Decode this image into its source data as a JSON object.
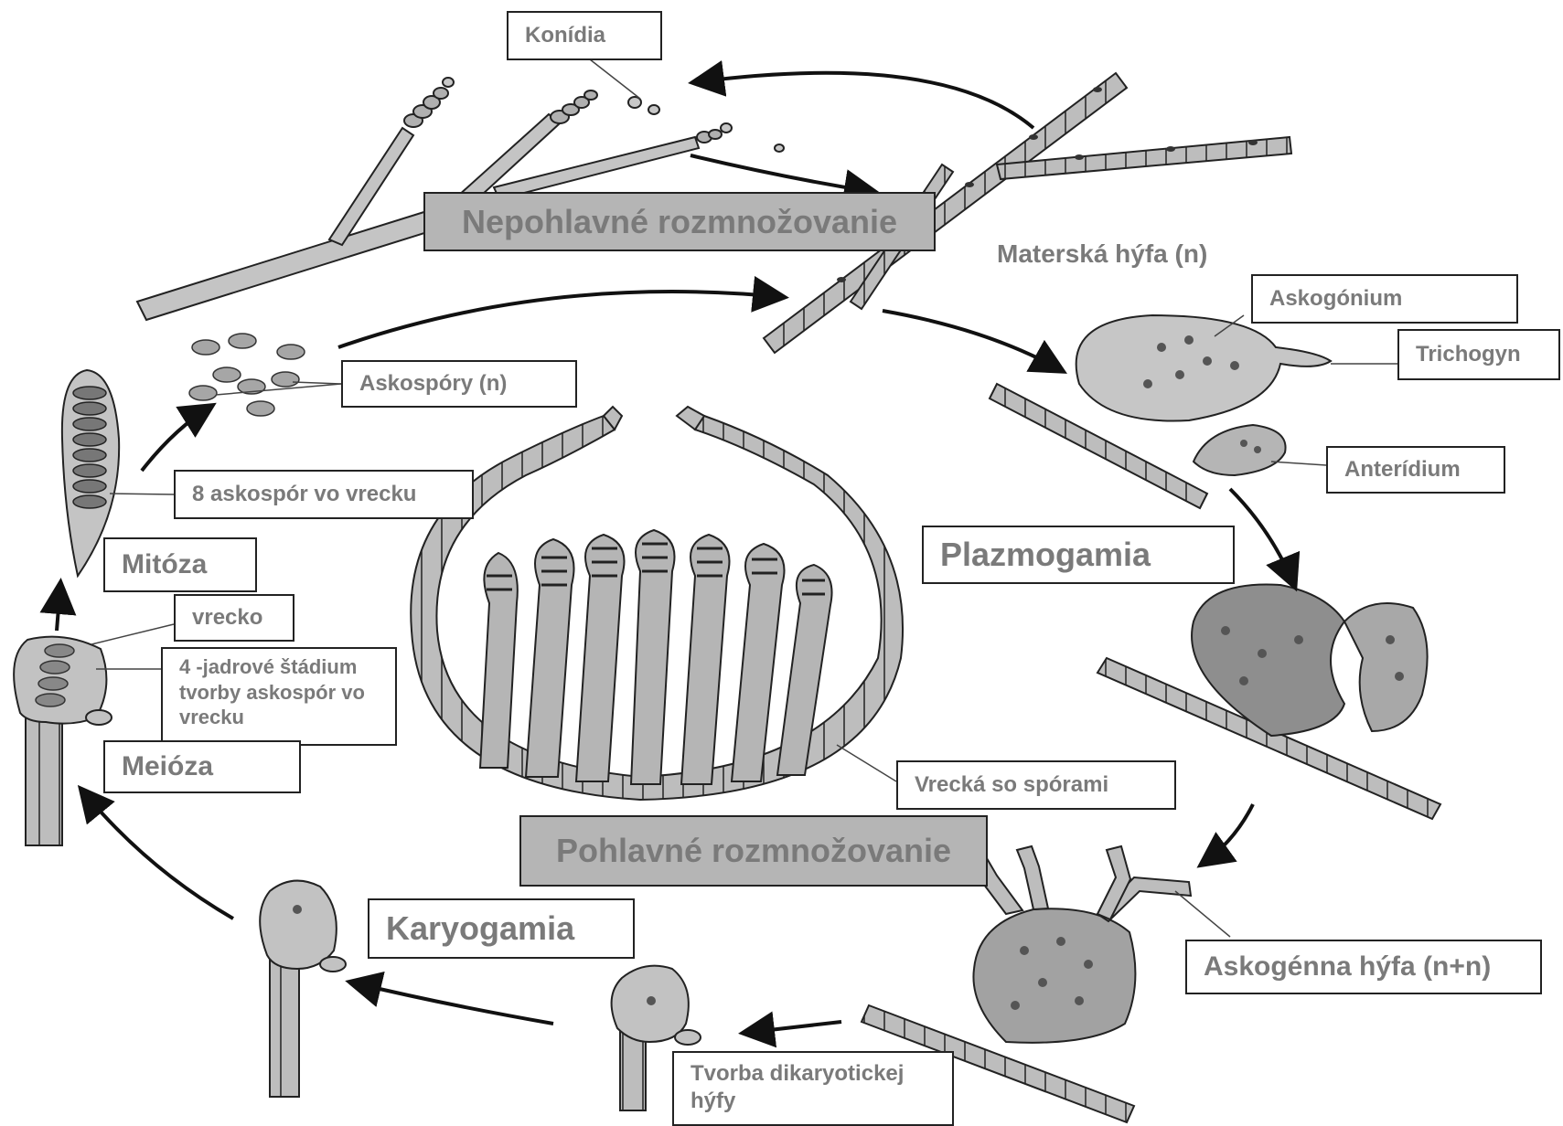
{
  "labels": {
    "konidia": "Konídia",
    "nepohlavne": "Nepohlavné  rozmnožovanie",
    "materska_hyfa": "Materská hýfa (n)",
    "askogonium": "Askogónium",
    "trichogyn": "Trichogyn",
    "anteridium": "Anterídium",
    "askospory": "Askospóry (n)",
    "osem_askospor": "8 askospór vo vrecku",
    "mitoza": "Mitóza",
    "vrecko": "vrecko",
    "stadium": "4 -jadrové štádium tvorby askospór vo vrecku",
    "meioza": "Meióza",
    "plazmogamia": "Plazmogamia",
    "vrecka_so_sporami": "Vrecká so spórami",
    "pohlavne": "Pohlavné  rozmnožovanie",
    "askogenna_hyfa": "Askogénna hýfa (n+n)",
    "karyogamia": "Karyogamia",
    "tvorba_dikaryotickej": "Tvorba dikaryotickej hýfy"
  },
  "colors": {
    "box_border": "#222222",
    "label_text": "#7a7a7a",
    "title_fill": "#b5b5b5",
    "cell_fill": "#b8b8b8",
    "cell_dark": "#8c8c8c",
    "nucleus": "#555555",
    "arrow": "#111111"
  }
}
